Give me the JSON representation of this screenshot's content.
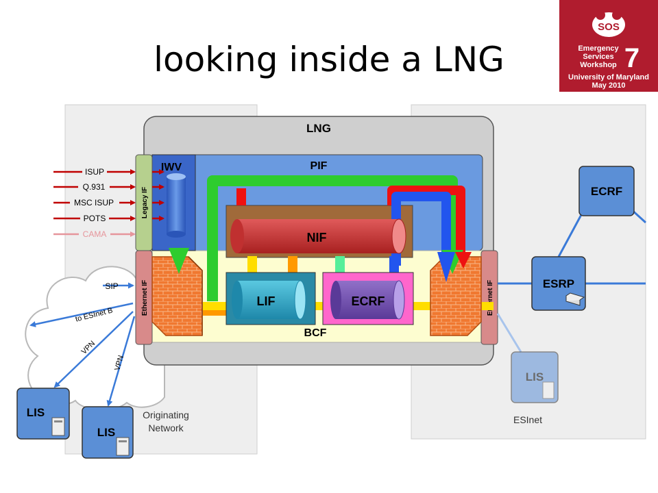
{
  "slide": {
    "title": "looking inside a LNG"
  },
  "logo": {
    "badge": "SOS",
    "line1": "Emergency",
    "line2": "Services",
    "line3": "Workshop",
    "number": "7",
    "line4": "University of Maryland",
    "line5": "May 2010"
  },
  "diagram": {
    "lng": "LNG",
    "pif": "PIF",
    "iwv": "IWV",
    "nif": "NIF",
    "lif": "LIF",
    "inner_ecrf": "ECRF",
    "bcf": "BCF",
    "legacy_if": "Legacy IF",
    "ethernet_if_left": "Ethernet IF",
    "ethernet_if_right": "Ethernet IF",
    "inputs": [
      "ISUP",
      "Q.931",
      "MSC ISUP",
      "POTS",
      "CAMA"
    ],
    "sip": "SIP",
    "to_esinet_b": "to ESInet B",
    "vpn1": "VPN",
    "vpn2": "VPN",
    "lis1": "LIS",
    "lis2": "LIS",
    "originating_network_1": "Originating",
    "originating_network_2": "Network",
    "ecrf": "ECRF",
    "esrp": "ESRP",
    "lis_esinet": "LIS",
    "esinet": "ESInet"
  },
  "colors": {
    "legacy_arrow": "#c00000",
    "cama_arrow": "#e6959b",
    "green_path": "#2ecc2e",
    "red_path": "#ee1111",
    "blue_path": "#2255ee",
    "box_blue": "#5b8fd6",
    "logo_red": "#b01c2e"
  }
}
